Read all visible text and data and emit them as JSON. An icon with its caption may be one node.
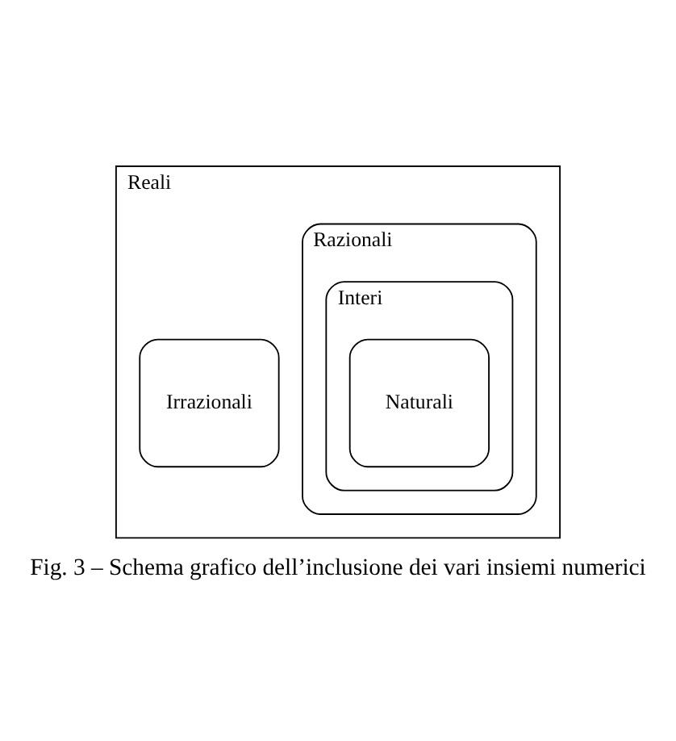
{
  "diagram": {
    "caption": "Fig. 3 – Schema grafico dell’inclusione dei vari insiemi numerici",
    "nodes": [
      {
        "text": [
          "Reali"
        ]
      },
      {
        "text": [
          "Razionali"
        ],
        "in": 0
      },
      {
        "text": [
          "Interi"
        ],
        "in": 1
      },
      {
        "text": [
          "Naturali"
        ],
        "in": 2
      },
      {
        "text": [
          "Irrazionali"
        ],
        "in": 0
      }
    ],
    "edges": []
  }
}
